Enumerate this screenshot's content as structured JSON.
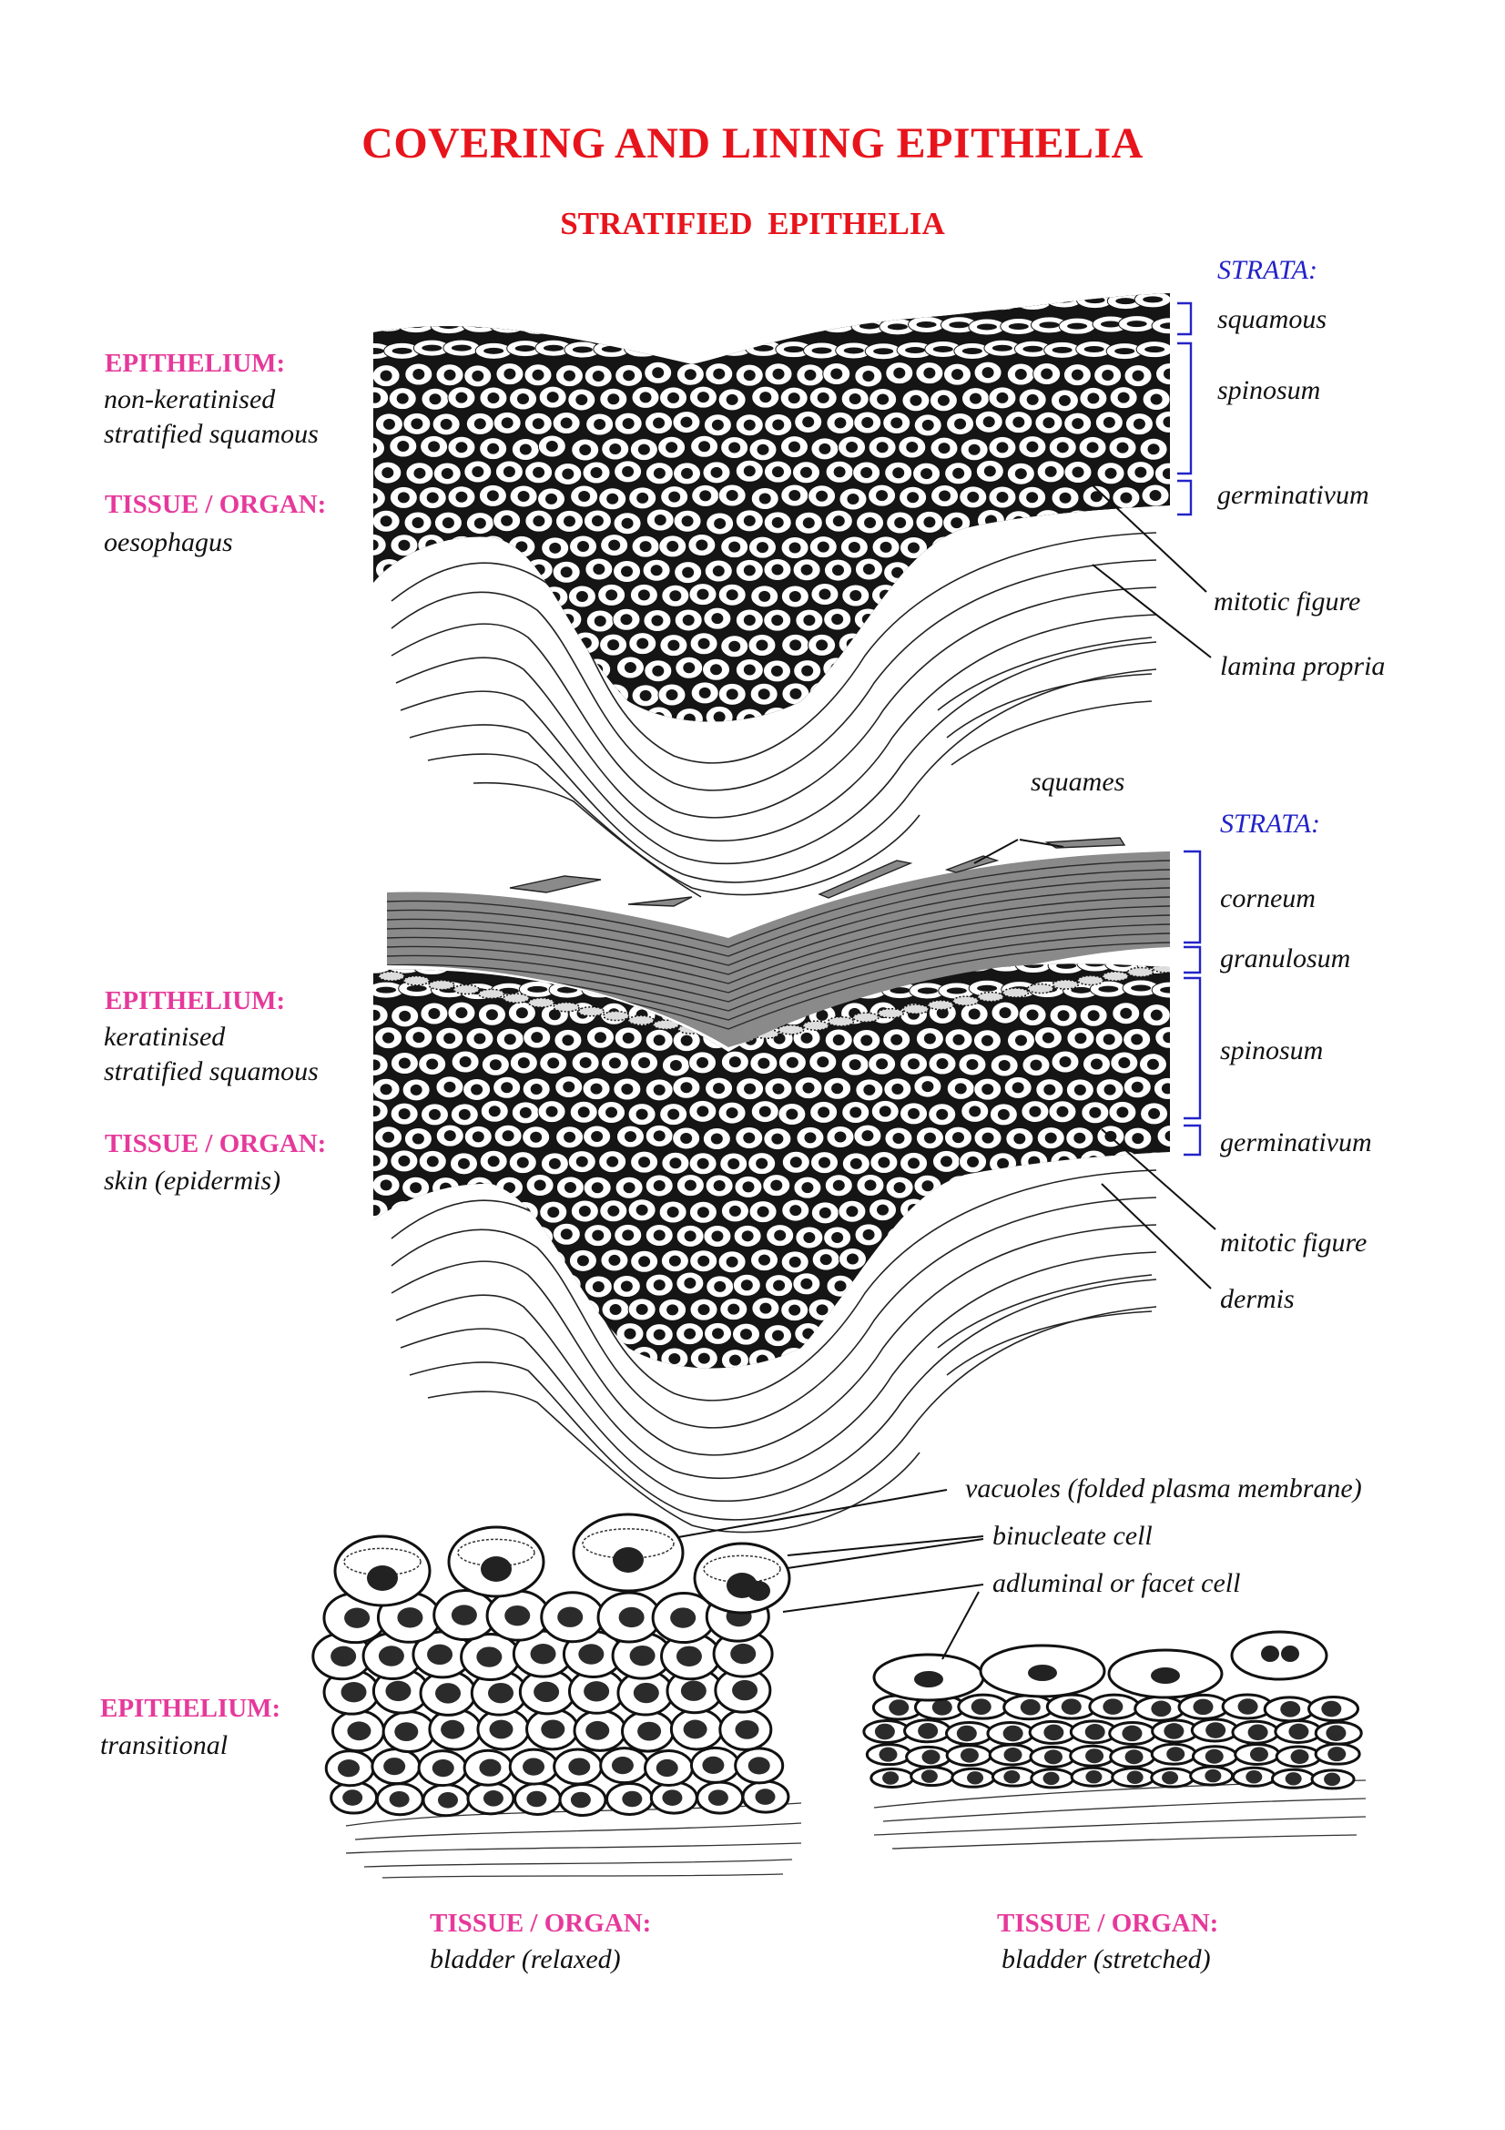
{
  "title": "COVERING AND LINING EPITHELIA",
  "subtitle": "STRATIFIED  EPITHELIA",
  "panel1": {
    "epithelium_label": "EPITHELIUM:",
    "epithelium_lines": [
      "non-keratinised",
      "stratified squamous"
    ],
    "tissue_label": "TISSUE / ORGAN:",
    "tissue_value": "oesophagus",
    "strata_heading": "STRATA:",
    "strata": [
      "squamous",
      "spinosum",
      "germinativum"
    ],
    "callouts": [
      "mitotic figure",
      "lamina propria"
    ]
  },
  "panel2": {
    "top_callout": "squames",
    "epithelium_label": "EPITHELIUM:",
    "epithelium_lines": [
      "keratinised",
      "stratified squamous"
    ],
    "tissue_label": "TISSUE / ORGAN:",
    "tissue_value": "skin (epidermis)",
    "strata_heading": "STRATA:",
    "strata": [
      "corneum",
      "granulosum",
      "spinosum",
      "germinativum"
    ],
    "callouts": [
      "mitotic figure",
      "dermis"
    ]
  },
  "panel3": {
    "epithelium_label": "EPITHELIUM:",
    "epithelium_value": "transitional",
    "callouts": [
      "vacuoles (folded plasma membrane)",
      "binucleate cell",
      "adluminal or facet cell"
    ],
    "left_tissue_label": "TISSUE / ORGAN:",
    "left_tissue_value": "bladder (relaxed)",
    "right_tissue_label": "TISSUE / ORGAN:",
    "right_tissue_value": "bladder (stretched)"
  },
  "colors": {
    "title": "#e8141c",
    "label_pink": "#e6399b",
    "strata_blue": "#2323c8",
    "ink": "#111111"
  }
}
